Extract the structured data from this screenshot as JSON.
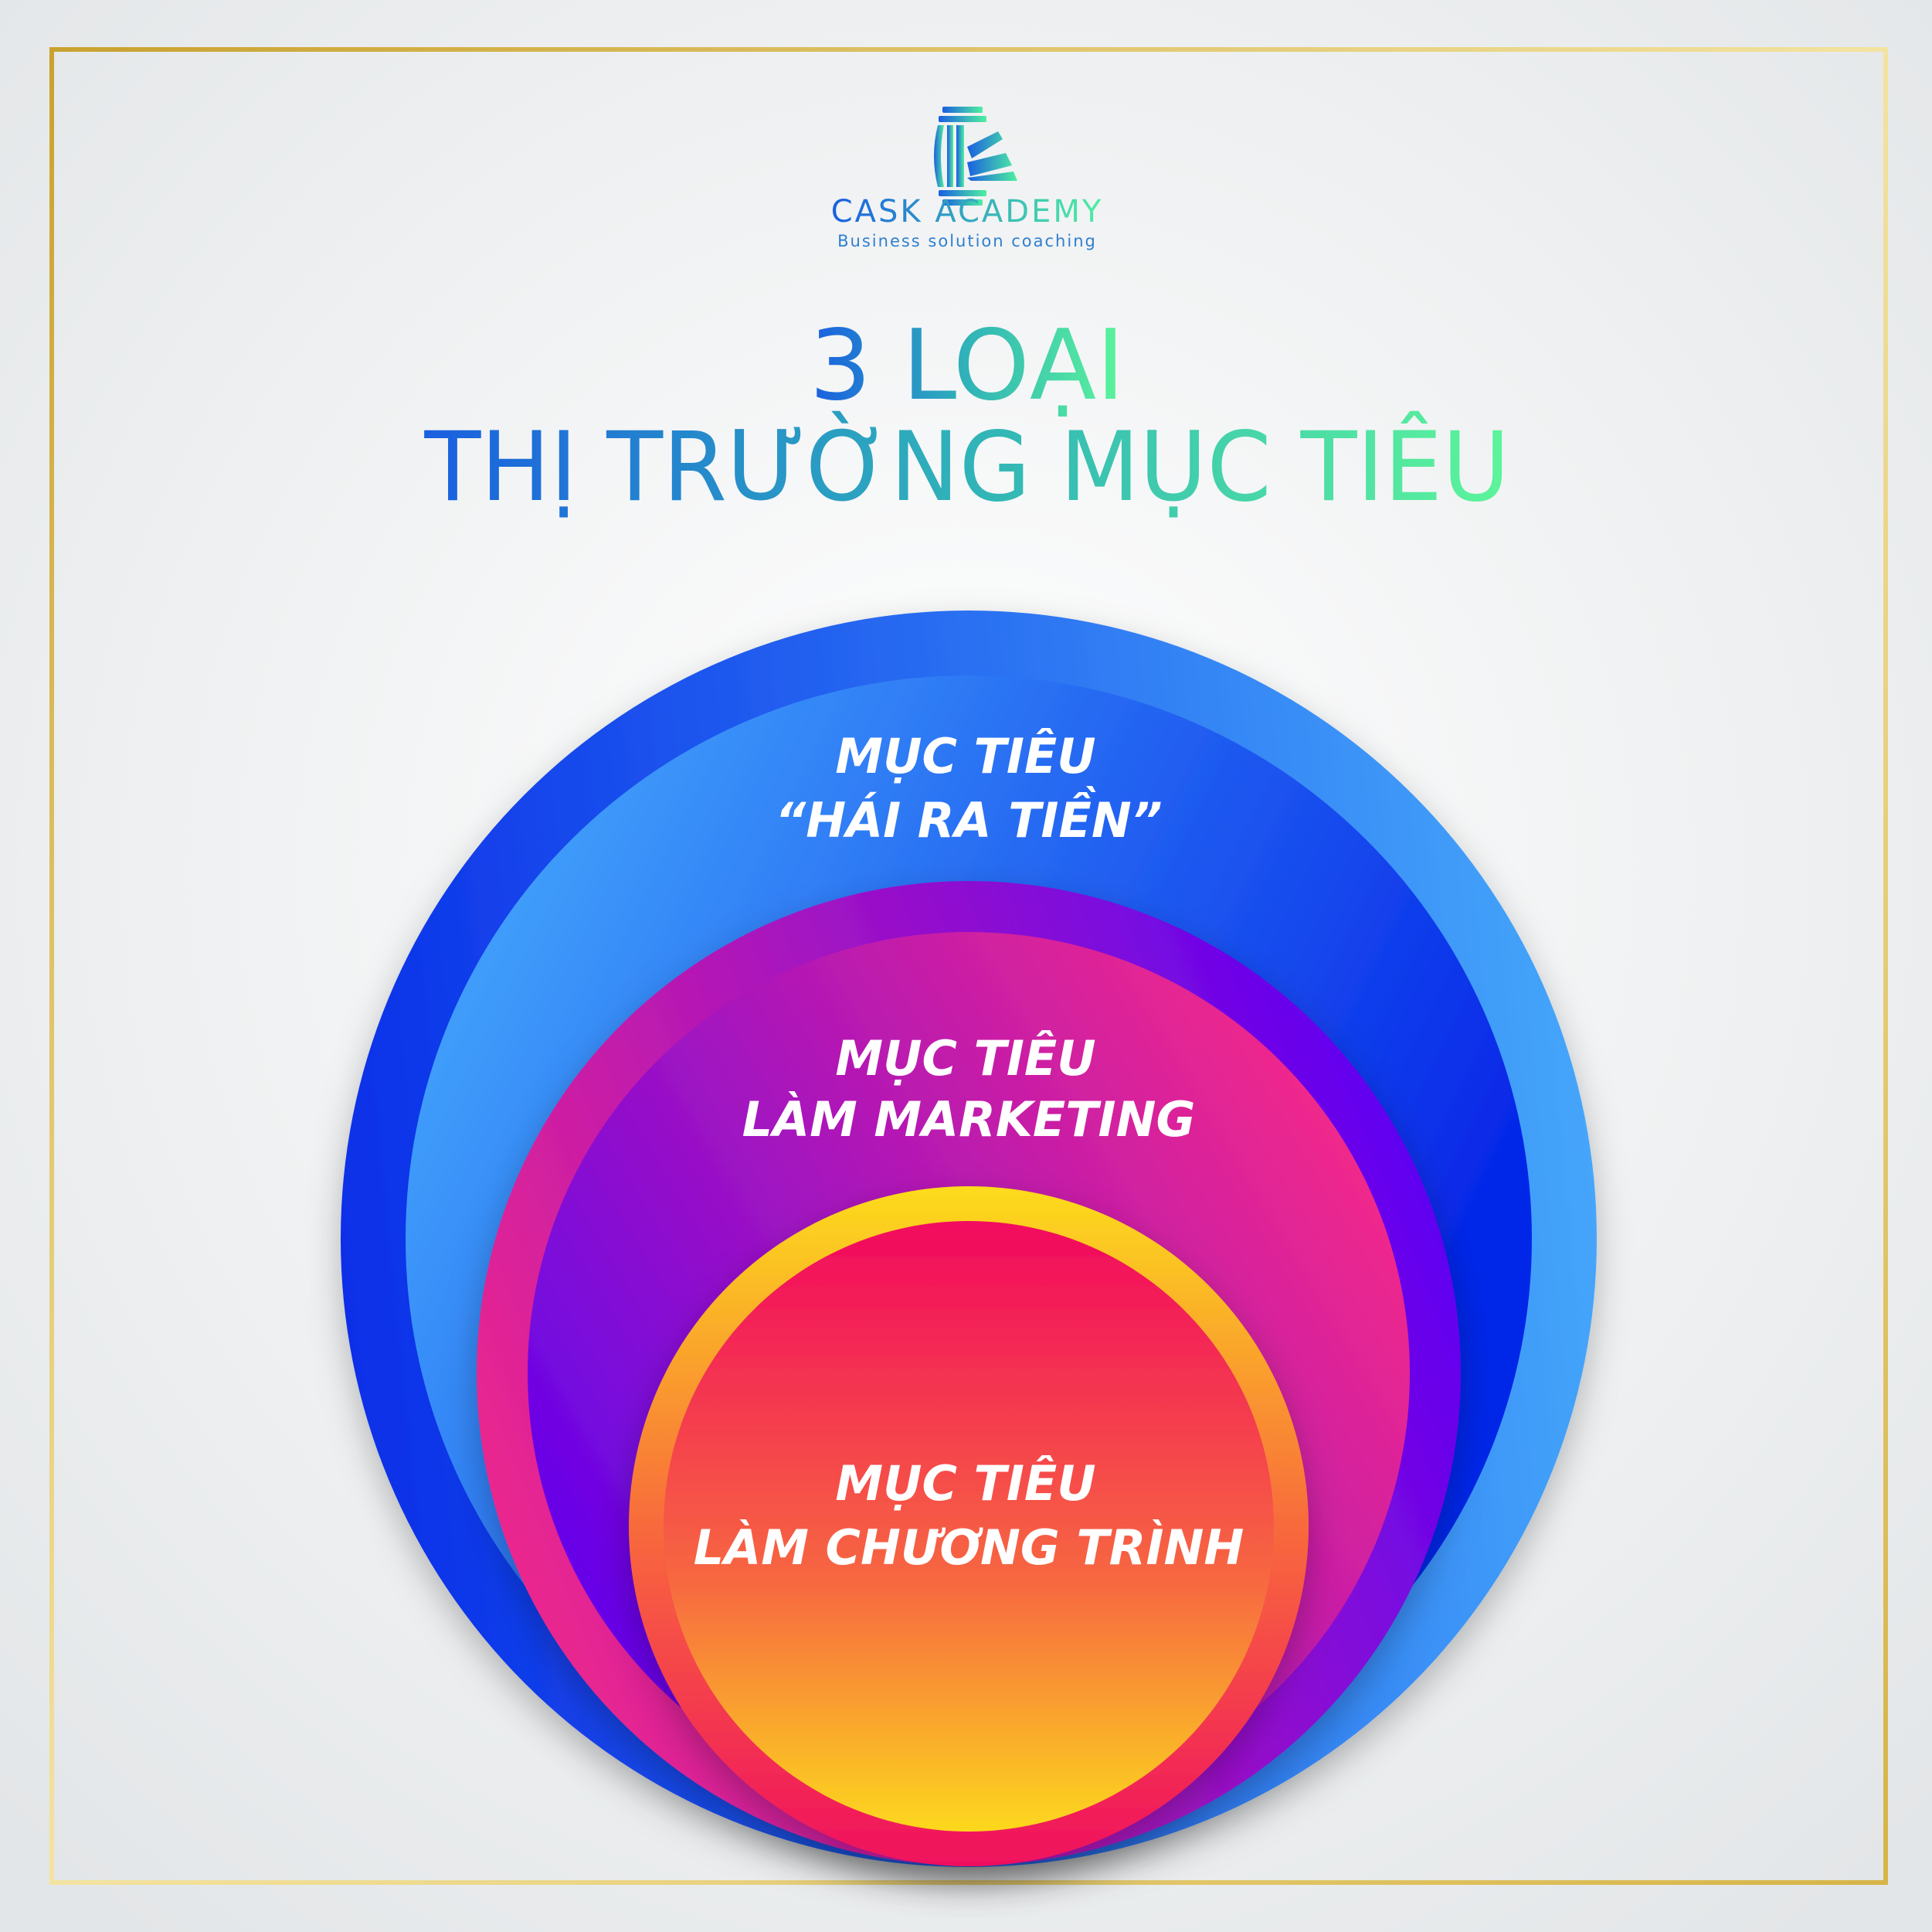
{
  "logo": {
    "name": "CASK ACADEMY",
    "tagline": "Business solution coaching"
  },
  "title": {
    "line1": "3 LOẠI",
    "line2": "THỊ TRƯỜNG MỤC TIÊU"
  },
  "circles": [
    {
      "line1": "MỤC TIÊU",
      "line2": "“HÁI RA TIỀN”"
    },
    {
      "line1": "MỤC TIÊU",
      "line2": "LÀM MARKETING"
    },
    {
      "line1": "MỤC TIÊU",
      "line2": "LÀM CHƯƠNG TRÌNH"
    }
  ],
  "colors": {
    "border": "#d4b24c",
    "title_start": "#1a5fe0",
    "title_end": "#5cf59a",
    "blue": "#1f4ff0",
    "purple": "#6a0ff0",
    "pink": "#f0288a",
    "orange": "#f7931e",
    "red": "#f0105e"
  }
}
